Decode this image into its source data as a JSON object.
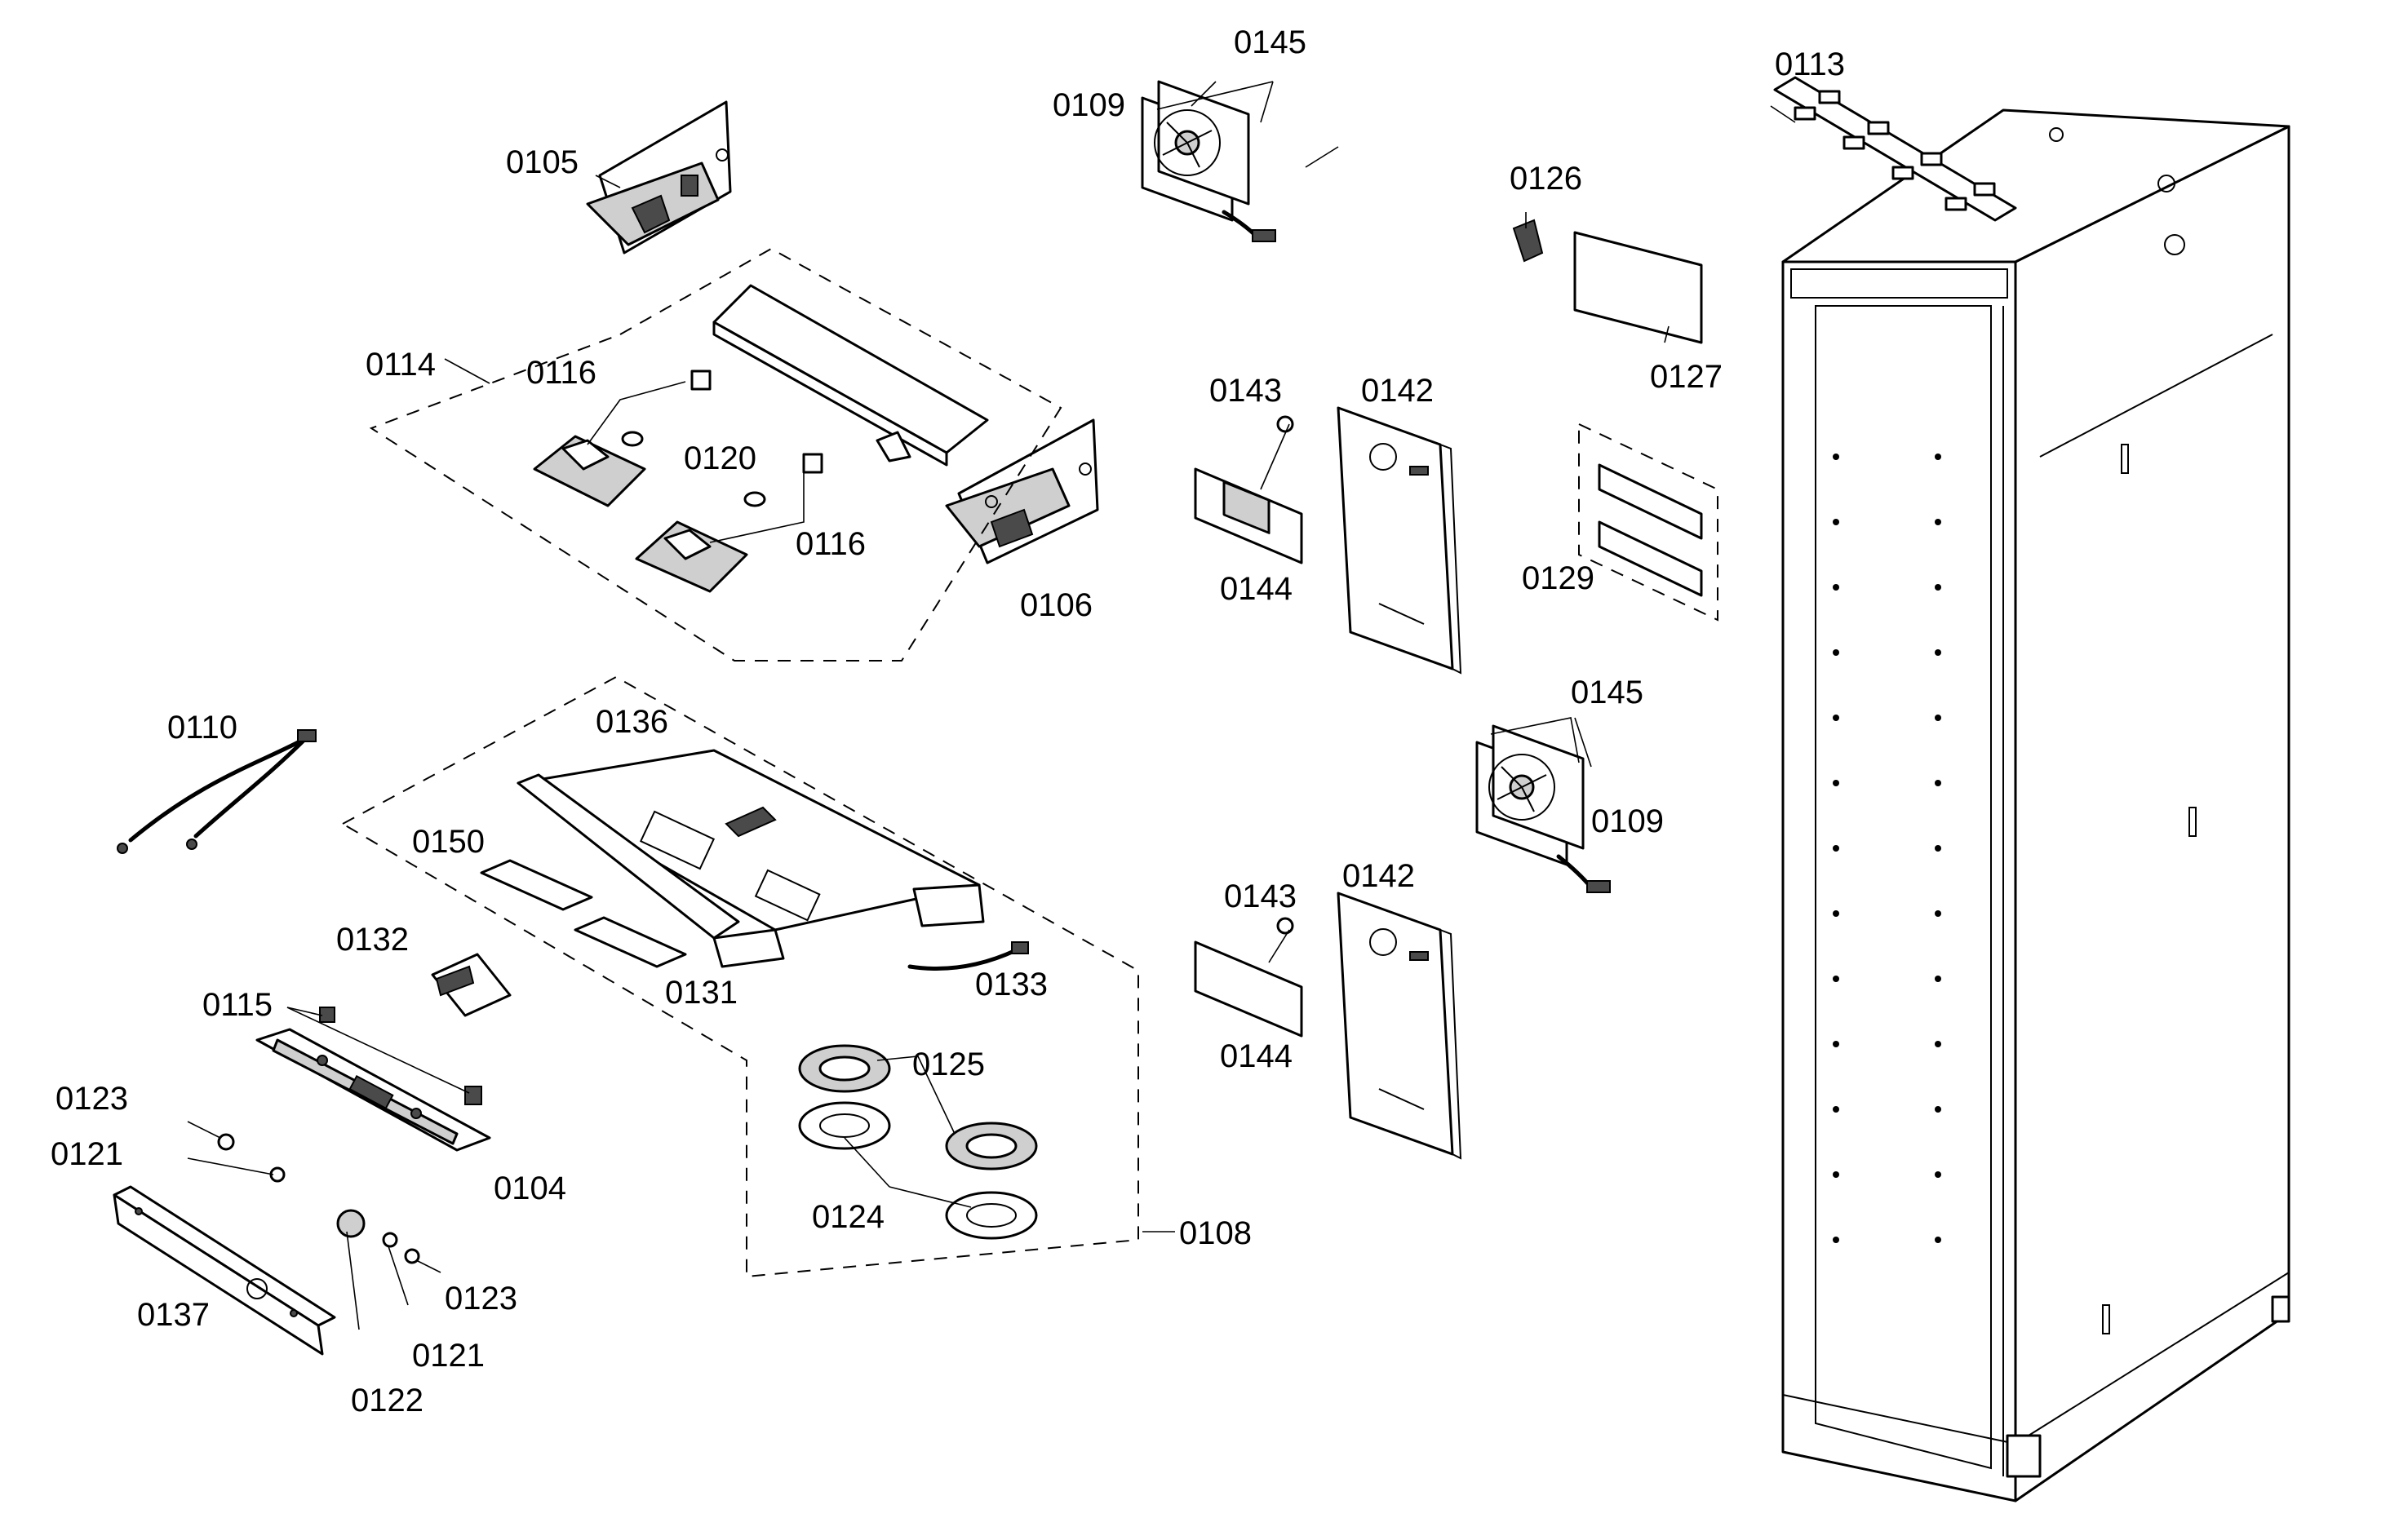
{
  "diagram": {
    "type": "exploded-parts-diagram",
    "callouts": {
      "c0104": "0104",
      "c0105": "0105",
      "c0106": "0106",
      "c0108": "0108",
      "c0109a": "0109",
      "c0109b": "0109",
      "c0110": "0110",
      "c0113": "0113",
      "c0114": "0114",
      "c0115": "0115",
      "c0116a": "0116",
      "c0116b": "0116",
      "c0120": "0120",
      "c0121a": "0121",
      "c0121b": "0121",
      "c0122": "0122",
      "c0123a": "0123",
      "c0123b": "0123",
      "c0124": "0124",
      "c0125": "0125",
      "c0126": "0126",
      "c0127": "0127",
      "c0129": "0129",
      "c0131": "0131",
      "c0132": "0132",
      "c0133": "0133",
      "c0136": "0136",
      "c0137": "0137",
      "c0142a": "0142",
      "c0142b": "0142",
      "c0143a": "0143",
      "c0143b": "0143",
      "c0144a": "0144",
      "c0144b": "0144",
      "c0145a": "0145",
      "c0145b": "0145",
      "c0150": "0150"
    }
  }
}
